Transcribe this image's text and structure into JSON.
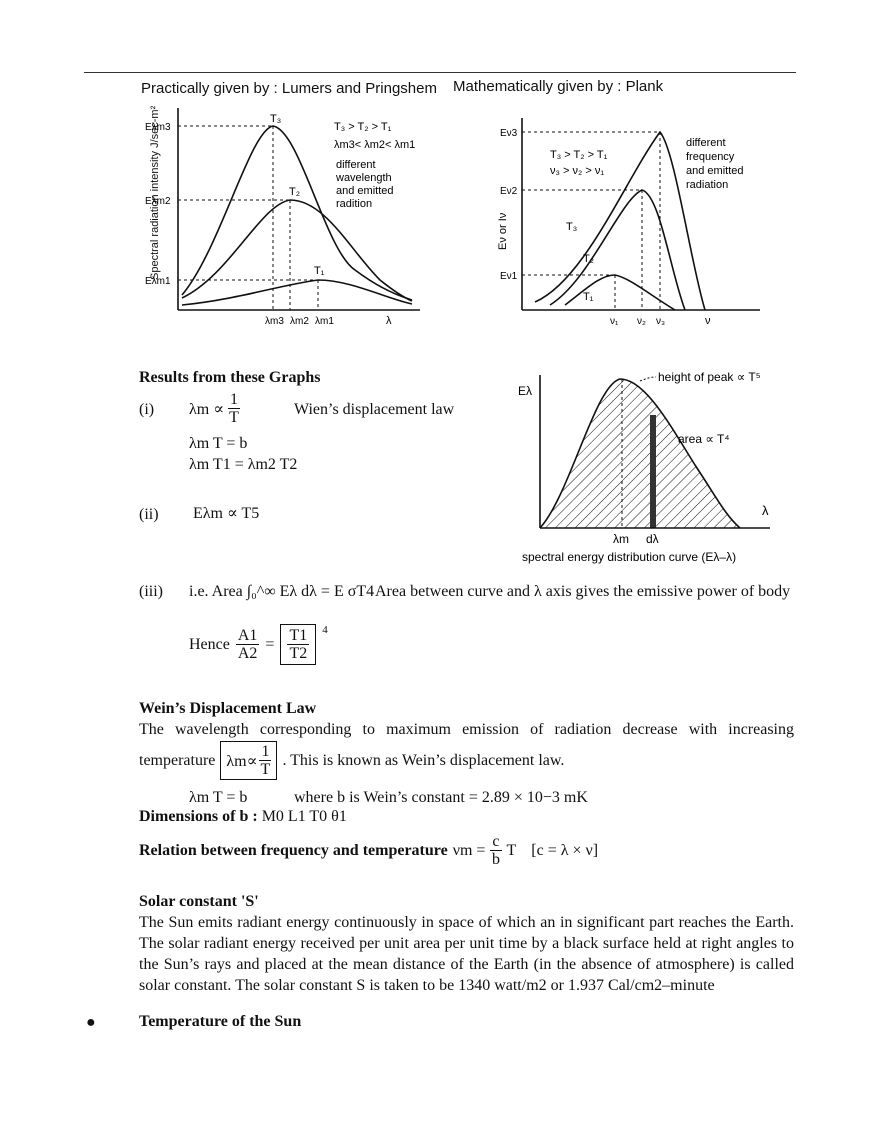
{
  "captions": {
    "left": "Practically given by : Lumers and Pringshem",
    "right": "Mathematically given by : Plank"
  },
  "graph_left": {
    "ylabel": "Spectral radiation intensity J/sec-m²",
    "ytick_e3": "Eλm3",
    "ytick_e2": "Eλm2",
    "ytick_e1": "Eλm1",
    "curve_t3": "T₃",
    "curve_t2": "T₂",
    "curve_t1": "T₁",
    "rel1": "T₃ > T₂ > T₁",
    "rel2": "λm3< λm2< λm1",
    "note": [
      "different",
      "wavelength",
      "and emitted",
      "radition"
    ],
    "xtick_l3": "λm3",
    "xtick_l2": "λm2",
    "xtick_l1": "λm1",
    "xlabel": "λ"
  },
  "graph_right": {
    "ylabel": "Eν or Iν",
    "ytick_e3": "Eν3",
    "ytick_e2": "Eν2",
    "ytick_e1": "Eν1",
    "curve_t3": "T₃",
    "curve_t2": "T₂",
    "curve_t1": "T₁",
    "rel1": "T₃ > T₂ > T₁",
    "rel2": "ν₃ > ν₂ > ν₁",
    "note": [
      "different",
      "frequency",
      "and emitted",
      "radiation"
    ],
    "xtick_v1": "ν₁",
    "xtick_v2": "ν₂",
    "xtick_v3": "ν₃",
    "xlabel": "ν"
  },
  "graph_spectral": {
    "ylabel": "Eλ",
    "peak_note": "height of peak ∝ T⁵",
    "area_note": "area ∝ T⁴",
    "xtick_lm": "λm",
    "xtick_dl": "dλ",
    "xlabel": "λ",
    "caption": "spectral energy distribution curve (Eλ–λ)"
  },
  "results": {
    "heading": "Results from these Graphs",
    "i_label": "(i)",
    "i_lhs": "λm ∝",
    "i_num": "1",
    "i_den": "T",
    "i_name": "Wien’s displacement law",
    "i_eq2": "λm T = b",
    "i_eq3": "λm T1 = λm2 T2",
    "ii_label": "(ii)",
    "ii_eq": "Eλm ∝ T5",
    "iii_label": "(iii)",
    "iii_eq": "i.e. Area ∫₀^∞ Eλ dλ = E σT4",
    "iii_note": "Area between curve and λ axis gives the emissive power of body",
    "hence": "Hence",
    "a1": "A1",
    "a2": "A2",
    "t1": "T1",
    "t2": "T2",
    "power": "4"
  },
  "wein": {
    "heading": "Wein’s Displacement Law",
    "line1": "The wavelength corresponding to maximum emission of radiation decrease with increasing",
    "line2_pre": "temperature",
    "bracket_lhs": "λm∝",
    "bracket_num": "1",
    "bracket_den": "T",
    "line2_post": ". This is known as Wein’s displacement law.",
    "eq": "λm T = b",
    "constant": "where b is Wein’s constant = 2.89 × 10−3 mK",
    "dim_label": "Dimensions of b :",
    "dim_value": "M0 L1 T0 θ1",
    "rel_label": "Relation between frequency and temperature",
    "rel_lhs": "νm =",
    "rel_num": "c",
    "rel_den": "b",
    "rel_t": "T",
    "rel_bracket": "[c = λ × ν]"
  },
  "solar": {
    "heading": "Solar constant 'S'",
    "paragraph": "The Sun emits radiant energy continuously in space of which an in significant part reaches the Earth. The solar radiant energy received per unit area per unit time by a black surface held at right angles to the Sun’s rays and placed at the mean distance of the Earth (in the absence of atmosphere) is called solar constant. The solar constant S is taken to be 1340 watt/m2 or 1.937 Cal/cm2–minute"
  },
  "bullet": {
    "symbol": "●",
    "text": "Temperature of the Sun"
  }
}
